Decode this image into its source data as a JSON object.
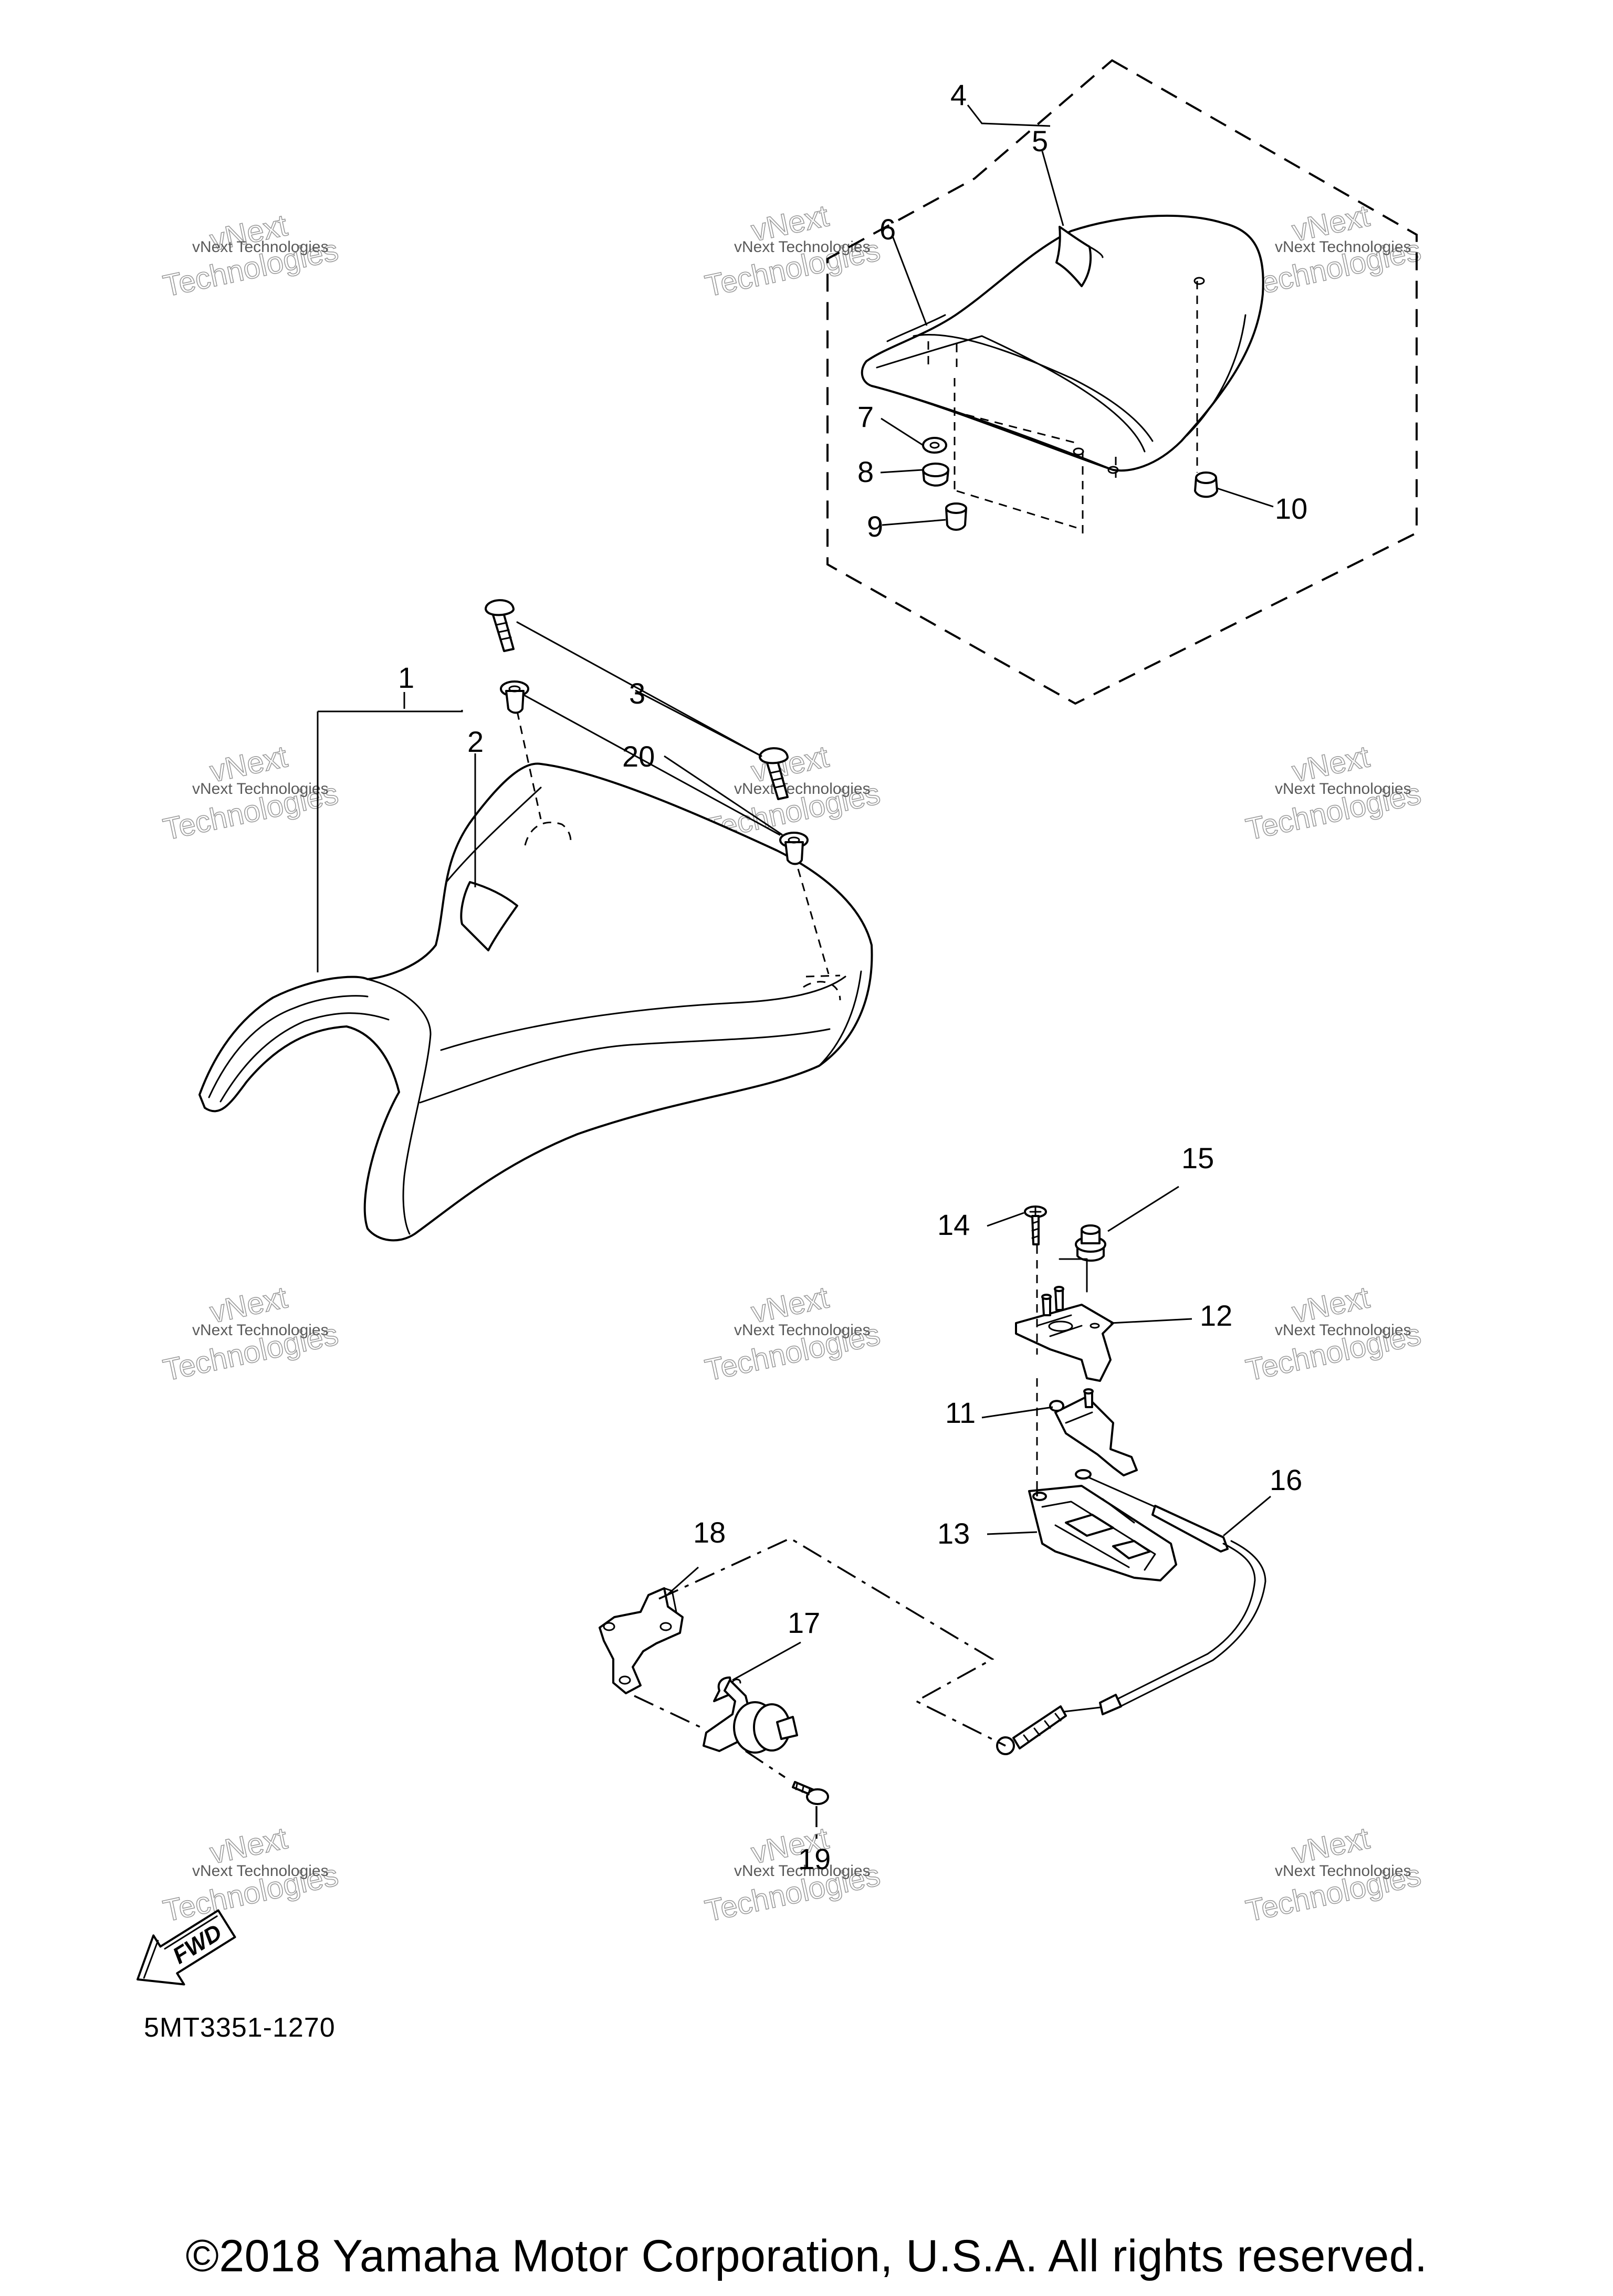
{
  "diagram": {
    "code": "5MT3351-1270",
    "fwd_label": "FWD",
    "watermark": {
      "line1": "vNext Technologies",
      "line2": "vNext",
      "line3": "Technologies"
    },
    "callouts": {
      "p1": "1",
      "p2": "2",
      "p3": "3",
      "p4": "4",
      "p5": "5",
      "p6": "6",
      "p7": "7",
      "p8": "8",
      "p9": "9",
      "p10": "10",
      "p11": "11",
      "p12": "12",
      "p13": "13",
      "p14": "14",
      "p15": "15",
      "p16": "16",
      "p17": "17",
      "p18": "18",
      "p19": "19",
      "p20": "20"
    }
  },
  "footer": {
    "copyright": "©2018 Yamaha Motor Corporation, U.S.A. All rights reserved."
  }
}
